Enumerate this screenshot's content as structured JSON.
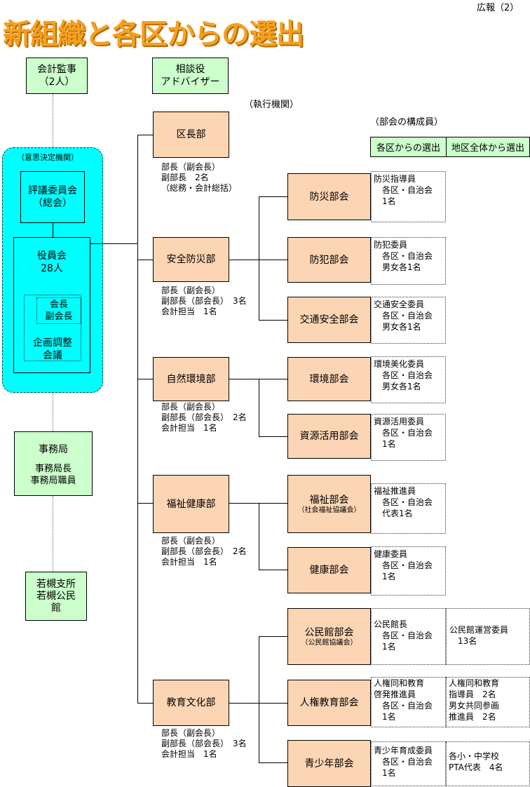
{
  "title": "新組織と各区からの選出",
  "page_label": "広報（2）",
  "left": {
    "audit": "会計監事\n（2人）",
    "decision_label": "（意思決定機関）",
    "council": "評議委員会\n（総会）",
    "officers": "役員会\n28人",
    "chair": "会長\n副会長",
    "planning": "企画調整\n会議",
    "secretariat_title": "事務局",
    "secretariat_sub": "事務局長\n事務局職員",
    "branch": "若槻支所\n若槻公民\n館"
  },
  "advisor": "相談役\nアドバイザー",
  "exec_label": "（執行機関）",
  "legend": {
    "title": "（部会の構成員）",
    "col1": "各区からの選出",
    "col2": "地区全体から選出"
  },
  "depts": {
    "kucho": {
      "name": "区長部",
      "note": "部長（副会長）\n副部長　2名\n（総務・会計総括）"
    },
    "anzen": {
      "name": "安全防災部",
      "note": "部長（副会長）\n副部長（部会長）　3名\n会計担当　1名"
    },
    "shizen": {
      "name": "自然環境部",
      "note": "部長（副会長）\n副部長（部会長）　2名\n会計担当　1名"
    },
    "fukushi": {
      "name": "福祉健康部",
      "note": "部長（副会長）\n副部長（部会長）　2名\n会計担当　1名"
    },
    "kyoiku": {
      "name": "教育文化部",
      "note": "部長（副会長）\n副部長（部会長）　3名\n会計担当　1名"
    }
  },
  "bukai": {
    "bosai": {
      "name": "防災部会",
      "members": "防災指導員\n　各区・自治会\n　1名"
    },
    "bohan": {
      "name": "防犯部会",
      "members": "防犯委員\n　各区・自治会\n　男女各1名"
    },
    "kotsu": {
      "name": "交通安全部会",
      "members": "交通安全委員\n　各区・自治会\n　男女各1名"
    },
    "kankyo": {
      "name": "環境部会",
      "members": "環境美化委員\n　各区・自治会\n　男女各1名"
    },
    "shigen": {
      "name": "資源活用部会",
      "members": "資源活用委員\n　各区・自治会\n　1名"
    },
    "fukushi": {
      "name": "福祉部会",
      "sub": "（社会福祉協議会）",
      "members": "福祉推進員\n　各区・自治会\n　代表1名"
    },
    "kenko": {
      "name": "健康部会",
      "members": "健康委員\n　各区・自治会\n　1名"
    },
    "kominkan": {
      "name": "公民館部会",
      "sub": "（公民館協議会）",
      "members": "公民館長\n　各区・自治会\n　1名",
      "members2": "公民館運営委員\n　13名"
    },
    "jinken": {
      "name": "人権教育部会",
      "members": "人権同和教育\n啓発推進員\n　各区・自治会\n　1名",
      "members2": "人権同和教育\n指導員　2名\n男女共同参画\n推進員　2名"
    },
    "seishonen": {
      "name": "青少年部会",
      "members": "青少年育成委員\n　各区・自治会\n　1名",
      "members2": "各小・中学校\nPTA代表　4名"
    }
  }
}
